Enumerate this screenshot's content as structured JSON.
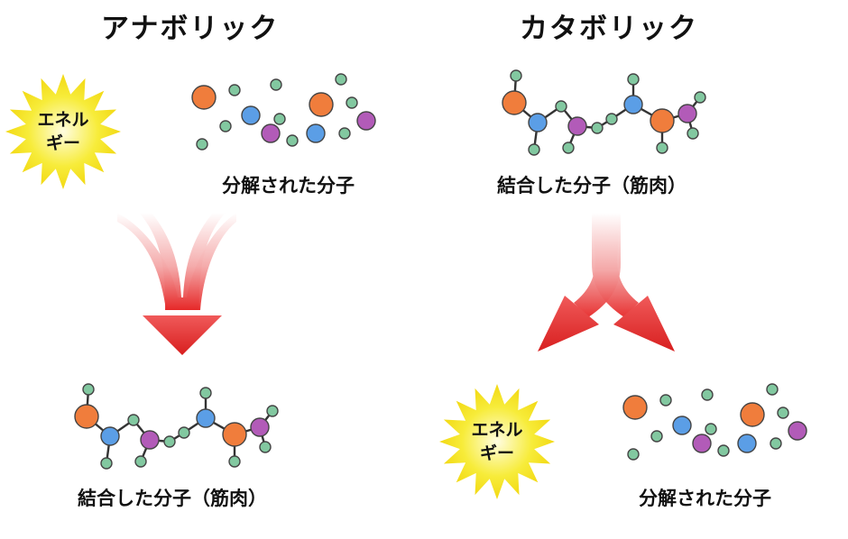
{
  "anabolic": {
    "title": "アナボリック",
    "energy_line1": "エネル",
    "energy_line2": "ギー",
    "top_label": "分解された分子",
    "bottom_label": "結合した分子（筋肉）"
  },
  "catabolic": {
    "title": "カタボリック",
    "top_label": "結合した分子（筋肉）",
    "energy_line1": "エネル",
    "energy_line2": "ギー",
    "bottom_label": "分解された分子"
  },
  "colors": {
    "orange": "#f07d3c",
    "blue": "#5b9ee6",
    "purple": "#b25bb8",
    "green": "#82c8a0",
    "star": "#f5e40c",
    "arrow": "#e63333",
    "bond": "#333333"
  }
}
